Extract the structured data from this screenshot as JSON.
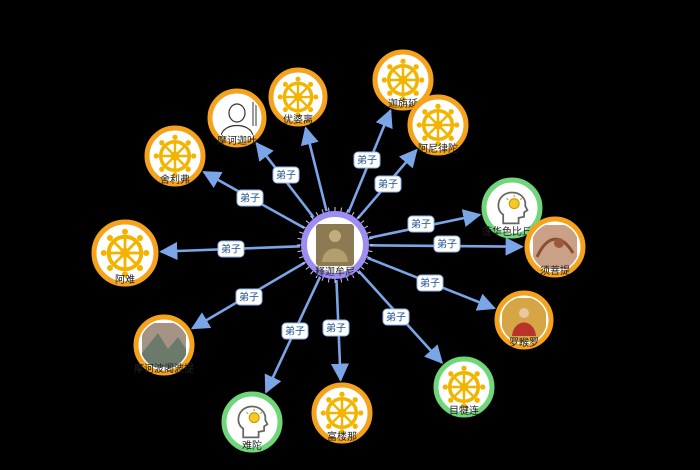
{
  "colors": {
    "background": "#000000",
    "edge": "#7aa6e8",
    "center_ring": "#9d8cf2",
    "ring_orange": "#f5a21c",
    "ring_green": "#6fd67a",
    "wheel": "#f3b400",
    "edge_label_fill": "#ffffff",
    "edge_label_stroke": "#8fb4ea"
  },
  "relation_label": "弟子",
  "center": {
    "name": "释迦牟尼",
    "icon": "buddha-statue-image",
    "ring": "center_ring"
  },
  "disciples": [
    {
      "name": "摩诃迦叶",
      "icon": "portrait-sketch-image",
      "ring": "ring_orange",
      "edge_label_shown": false
    },
    {
      "name": "优婆离",
      "icon": "dharma-wheel-icon",
      "ring": "ring_orange",
      "edge_label_shown": true
    },
    {
      "name": "迦旃延",
      "icon": "dharma-wheel-icon",
      "ring": "ring_orange",
      "edge_label_shown": true
    },
    {
      "name": "阿尼律陀",
      "icon": "dharma-wheel-icon",
      "ring": "ring_orange",
      "edge_label_shown": true
    },
    {
      "name": "舍利弗",
      "icon": "dharma-wheel-icon",
      "ring": "ring_orange",
      "edge_label_shown": true
    },
    {
      "name": "莲华色比丘尼",
      "icon": "idea-head-icon",
      "ring": "ring_green",
      "edge_label_shown": true
    },
    {
      "name": "须菩提",
      "icon": "figure-painting-image",
      "ring": "ring_orange",
      "edge_label_shown": true
    },
    {
      "name": "阿难",
      "icon": "dharma-wheel-icon",
      "ring": "ring_orange",
      "edge_label_shown": true
    },
    {
      "name": "摩诃波阇波提",
      "icon": "mural-image",
      "ring": "ring_orange",
      "edge_label_shown": true
    },
    {
      "name": "罗睺罗",
      "icon": "seated-figure-image",
      "ring": "ring_orange",
      "edge_label_shown": true
    },
    {
      "name": "目犍连",
      "icon": "dharma-wheel-icon",
      "ring": "ring_green",
      "edge_label_shown": true
    },
    {
      "name": "难陀",
      "icon": "idea-head-icon",
      "ring": "ring_green",
      "edge_label_shown": true
    },
    {
      "name": "富楼那",
      "icon": "dharma-wheel-icon",
      "ring": "ring_orange",
      "edge_label_shown": true
    }
  ]
}
